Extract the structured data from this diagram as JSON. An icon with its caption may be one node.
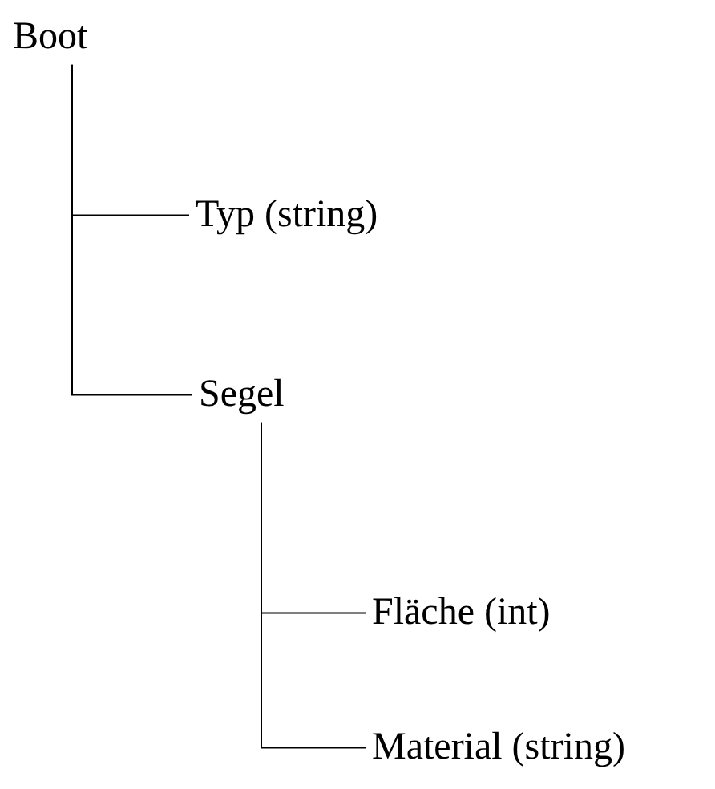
{
  "diagram": {
    "nodes": [
      {
        "text": [
          "Boot"
        ]
      },
      {
        "text": [
          "Typ (string)"
        ]
      },
      {
        "text": [
          "Segel"
        ]
      },
      {
        "text": [
          "Fläche (int)"
        ]
      },
      {
        "text": [
          "Material (string)"
        ]
      }
    ],
    "edges": [
      {
        "from": 0,
        "to": 1,
        "arrow": "none"
      },
      {
        "from": 0,
        "to": 2,
        "arrow": "none"
      },
      {
        "from": 2,
        "to": 3,
        "arrow": "none"
      },
      {
        "from": 2,
        "to": 4,
        "arrow": "none"
      }
    ]
  }
}
